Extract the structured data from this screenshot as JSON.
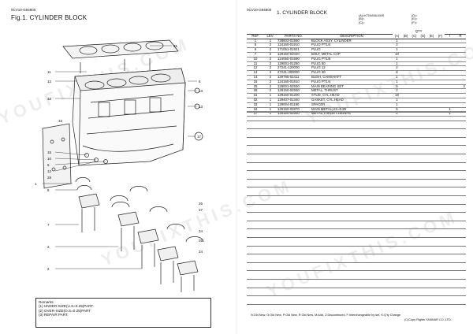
{
  "left_page": {
    "doc_code": "0CV10-G94800",
    "fig_title": "Fig.1.  CYLINDER BLOCK",
    "callouts": {
      "n31": "31",
      "n11": "11",
      "n12": "12",
      "n6": "6",
      "n13a": "13",
      "n13b": "13",
      "n32": "32",
      "n33": "33",
      "n17": "17",
      "n15": "15",
      "n10": "10",
      "n5": "5",
      "n1": "1",
      "n28": "28",
      "n8": "8",
      "n26": "26",
      "n37": "37",
      "n7": "7",
      "n34": "34",
      "n25": "25",
      "n24": "24",
      "n12b": "12",
      "n2a": "2",
      "n2b": "2"
    },
    "remarks": {
      "title": "Remarks:",
      "line1": "(1) UNDER-SIZE(U.S=0.25)PART.",
      "line2": "(2) OVER-SIZE(O.S=0.25)PART",
      "line3": "(3) REPAIR PART."
    }
  },
  "right_page": {
    "doc_code": "0CV10-G94800",
    "title": "1.  CYLINDER BLOCK",
    "model_labels": {
      "a": "(A)=KTNVM8-KMS",
      "b": "(B)=",
      "c": "(C)=",
      "d": "(D)=",
      "e": "(E)=",
      "f": "(F)="
    },
    "headers": {
      "ref": "REF.",
      "lev": "LEV.",
      "parts_no": "PARTS NO.",
      "description": "DESCRIPTION",
      "qty": "QTY",
      "a": "(A)",
      "b": "(B)",
      "c": "(C)",
      "d": "(D)",
      "e": "(E)",
      "f": "(F)",
      "i": "I",
      "r": "R"
    },
    "rows": [
      {
        "ref": "1",
        "lev": "1",
        "parts_no": "728602-01560",
        "desc": "BLOCK ASSY, CYLINDER",
        "a": "1",
        "i": "",
        "r": ""
      },
      {
        "ref": "5",
        "lev": "2",
        "parts_no": "124160-01910",
        "desc": "PLUG PT1/4",
        "a": "2",
        "i": "",
        "r": ""
      },
      {
        "ref": "6",
        "lev": "2",
        "parts_no": "171051-01921",
        "desc": "PLUG",
        "a": "1",
        "i": "",
        "r": ""
      },
      {
        "ref": "7",
        "lev": "2",
        "parts_no": "129150-02020",
        "desc": "BOLT, METAL CAP",
        "a": "10",
        "i": "",
        "r": ""
      },
      {
        "ref": "10",
        "lev": "2",
        "parts_no": "124060-01590",
        "desc": "PLUG PT1/8",
        "a": "1",
        "i": "",
        "r": ""
      },
      {
        "ref": "11",
        "lev": "2",
        "parts_no": "129001-01250",
        "desc": "PLUG 50",
        "a": "1",
        "i": "",
        "r": ""
      },
      {
        "ref": "12",
        "lev": "2",
        "parts_no": "27241-120000",
        "desc": "PLUG 12",
        "a": "2",
        "i": "",
        "r": ""
      },
      {
        "ref": "13",
        "lev": "2",
        "parts_no": "27241-300000",
        "desc": "PLUG 30",
        "a": "8",
        "i": "",
        "r": ""
      },
      {
        "ref": "14",
        "lev": "2",
        "parts_no": "129795-02411",
        "desc": "BUSH, CAMSHAFT",
        "a": "1",
        "i": "",
        "r": ""
      },
      {
        "ref": "15",
        "lev": "2",
        "parts_no": "124160-01810",
        "desc": "PLUG PT1/4",
        "a": "1",
        "i": "",
        "r": ""
      },
      {
        "ref": "25",
        "lev": "2",
        "parts_no": "129001-02930",
        "desc": "MAIN BEARING SET",
        "a": "5",
        "i": "",
        "r": "2"
      },
      {
        "ref": "28",
        "lev": "2",
        "parts_no": "129150-02930",
        "desc": "METAL, THRUST",
        "a": "2",
        "i": "",
        "r": ""
      },
      {
        "ref": "31",
        "lev": "1",
        "parts_no": "129150-01200",
        "desc": "STUD, CYL.HEAD",
        "a": "18",
        "i": "",
        "r": ""
      },
      {
        "ref": "32",
        "lev": "1",
        "parts_no": "129407-01340",
        "desc": "GASKET, CYL.HEAD",
        "a": "1",
        "i": "",
        "r": ""
      },
      {
        "ref": "33",
        "lev": "1",
        "parts_no": "129004-01190",
        "desc": "SPACER",
        "a": "1",
        "i": "",
        "r": ""
      },
      {
        "ref": "34",
        "lev": "1",
        "parts_no": "129150-02870",
        "desc": "MAIN METAL,US=0.25",
        "a": "5",
        "i": "1",
        "r": ""
      },
      {
        "ref": "37",
        "lev": "1",
        "parts_no": "129150-02940",
        "desc": "METAL,THRUST.25UNPE",
        "a": "2",
        "i": "1",
        "r": ""
      }
    ],
    "footer_legend": "N:Old New,  O:Old New,  P:Old New,  R:Old New,  M:Add, Z:Discontinued, F:Interchangeable by set, K:Q'ty Change",
    "copyright": "(C)Copy Rights YANMAR CO.,LTD."
  },
  "watermark_text": "YOUFIXTHIS.COM"
}
